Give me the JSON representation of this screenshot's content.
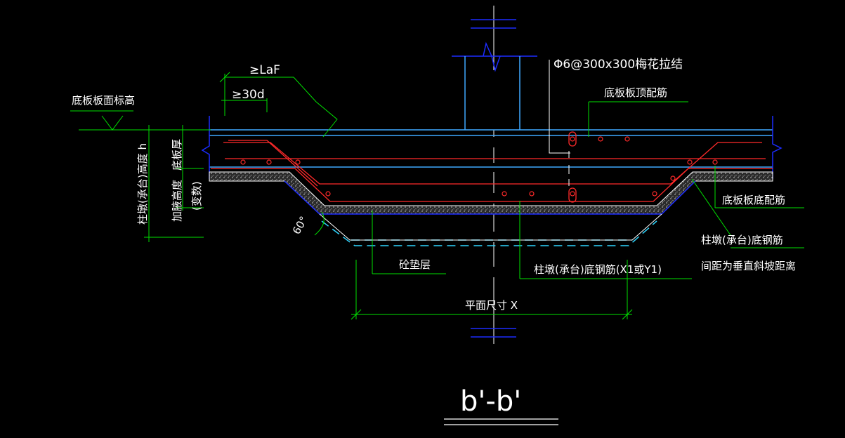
{
  "labels": {
    "slab_top_elevation": "底板板面标高",
    "laf": "≥LaF",
    "anchor_30d": "≥30d",
    "tie_bars": "Φ6@300x300梅花拉结",
    "slab_top_rebar": "底板板顶配筋",
    "pier_height": "柱墩(承台)高度 h",
    "slab_thickness": "底板厚",
    "added_height": "加腋高度",
    "variable": "(变数)",
    "slab_bottom_rebar": "底板板底配筋",
    "pier_bottom_rebar": "柱墩(承台)底钢筋",
    "spacing_note": "间距为垂直斜坡距离",
    "bedding_layer": "砼垫层",
    "pier_bottom_rebar_xy": "柱墩(承台)底钢筋(X1或Y1)",
    "angle": "60°",
    "plan_size": "平面尺寸 X",
    "section_title": "b'-b'"
  },
  "colors": {
    "background": "#000000",
    "structure": "#1c2cff",
    "slab_line": "#3fa9ff",
    "rebar": "#ff2a2a",
    "leader": "#00e000",
    "hidden_rebar": "#2fd6ff",
    "text": "#ffffff",
    "concrete_fill": "#8a8a8a"
  }
}
